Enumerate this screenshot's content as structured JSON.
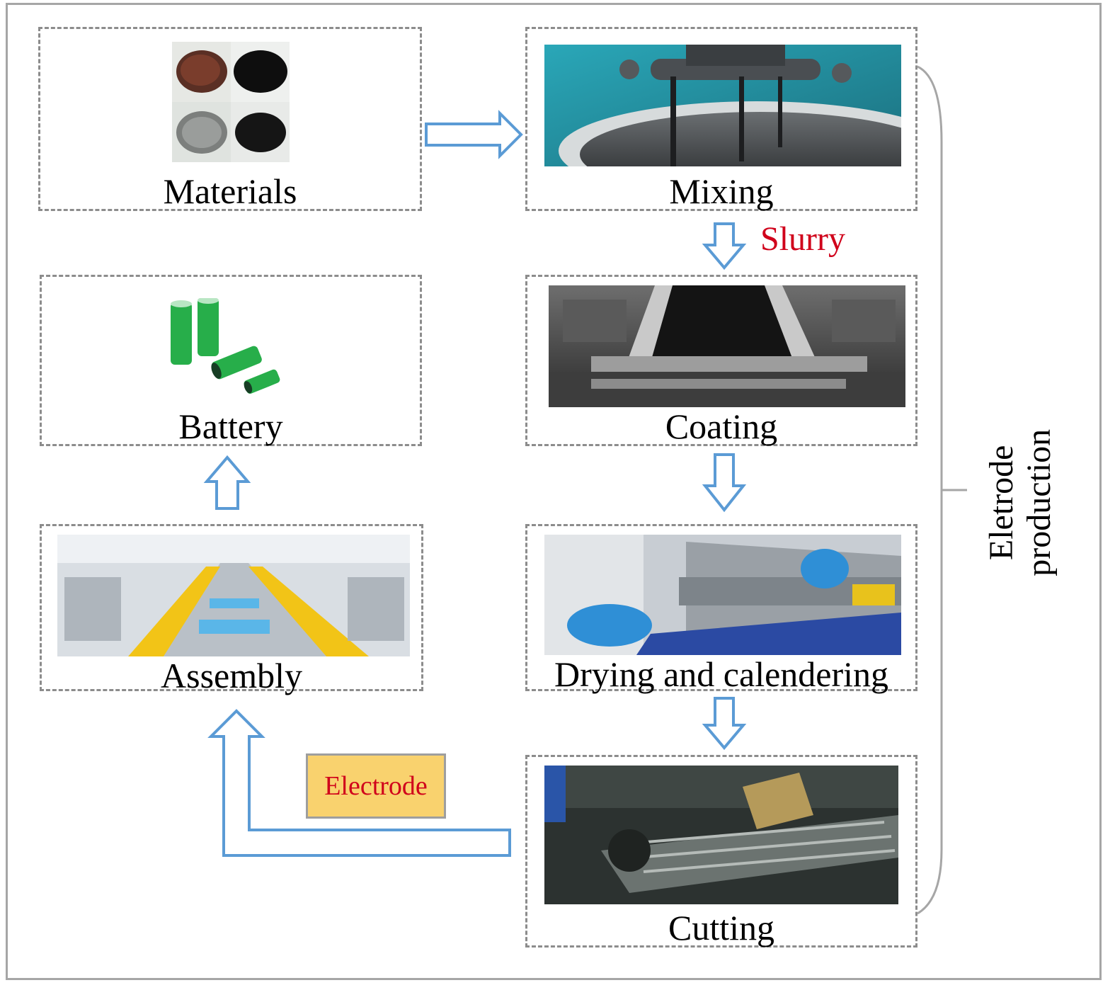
{
  "steps": {
    "materials": "Materials",
    "mixing": "Mixing",
    "coating": "Coating",
    "drying": "Drying and calendering",
    "cutting": "Cutting",
    "assembly": "Assembly",
    "battery": "Battery"
  },
  "annotations": {
    "slurry": "Slurry",
    "electrode": "Electrode",
    "electrode_production_line1": "Eletrode",
    "electrode_production_line2": "production"
  },
  "colors": {
    "arrow_stroke": "#5b9bd5",
    "highlight_text": "#d0021b",
    "electrode_fill": "#f9d26e",
    "dashed_border": "#8c8c8c",
    "battery_green": "#27ae4a"
  },
  "icons": [
    "powder-samples-photo",
    "mixer-photo",
    "coating-machine-photo",
    "calendering-photo",
    "cutting-machine-photo",
    "assembly-line-photo",
    "battery-cells-icon"
  ]
}
